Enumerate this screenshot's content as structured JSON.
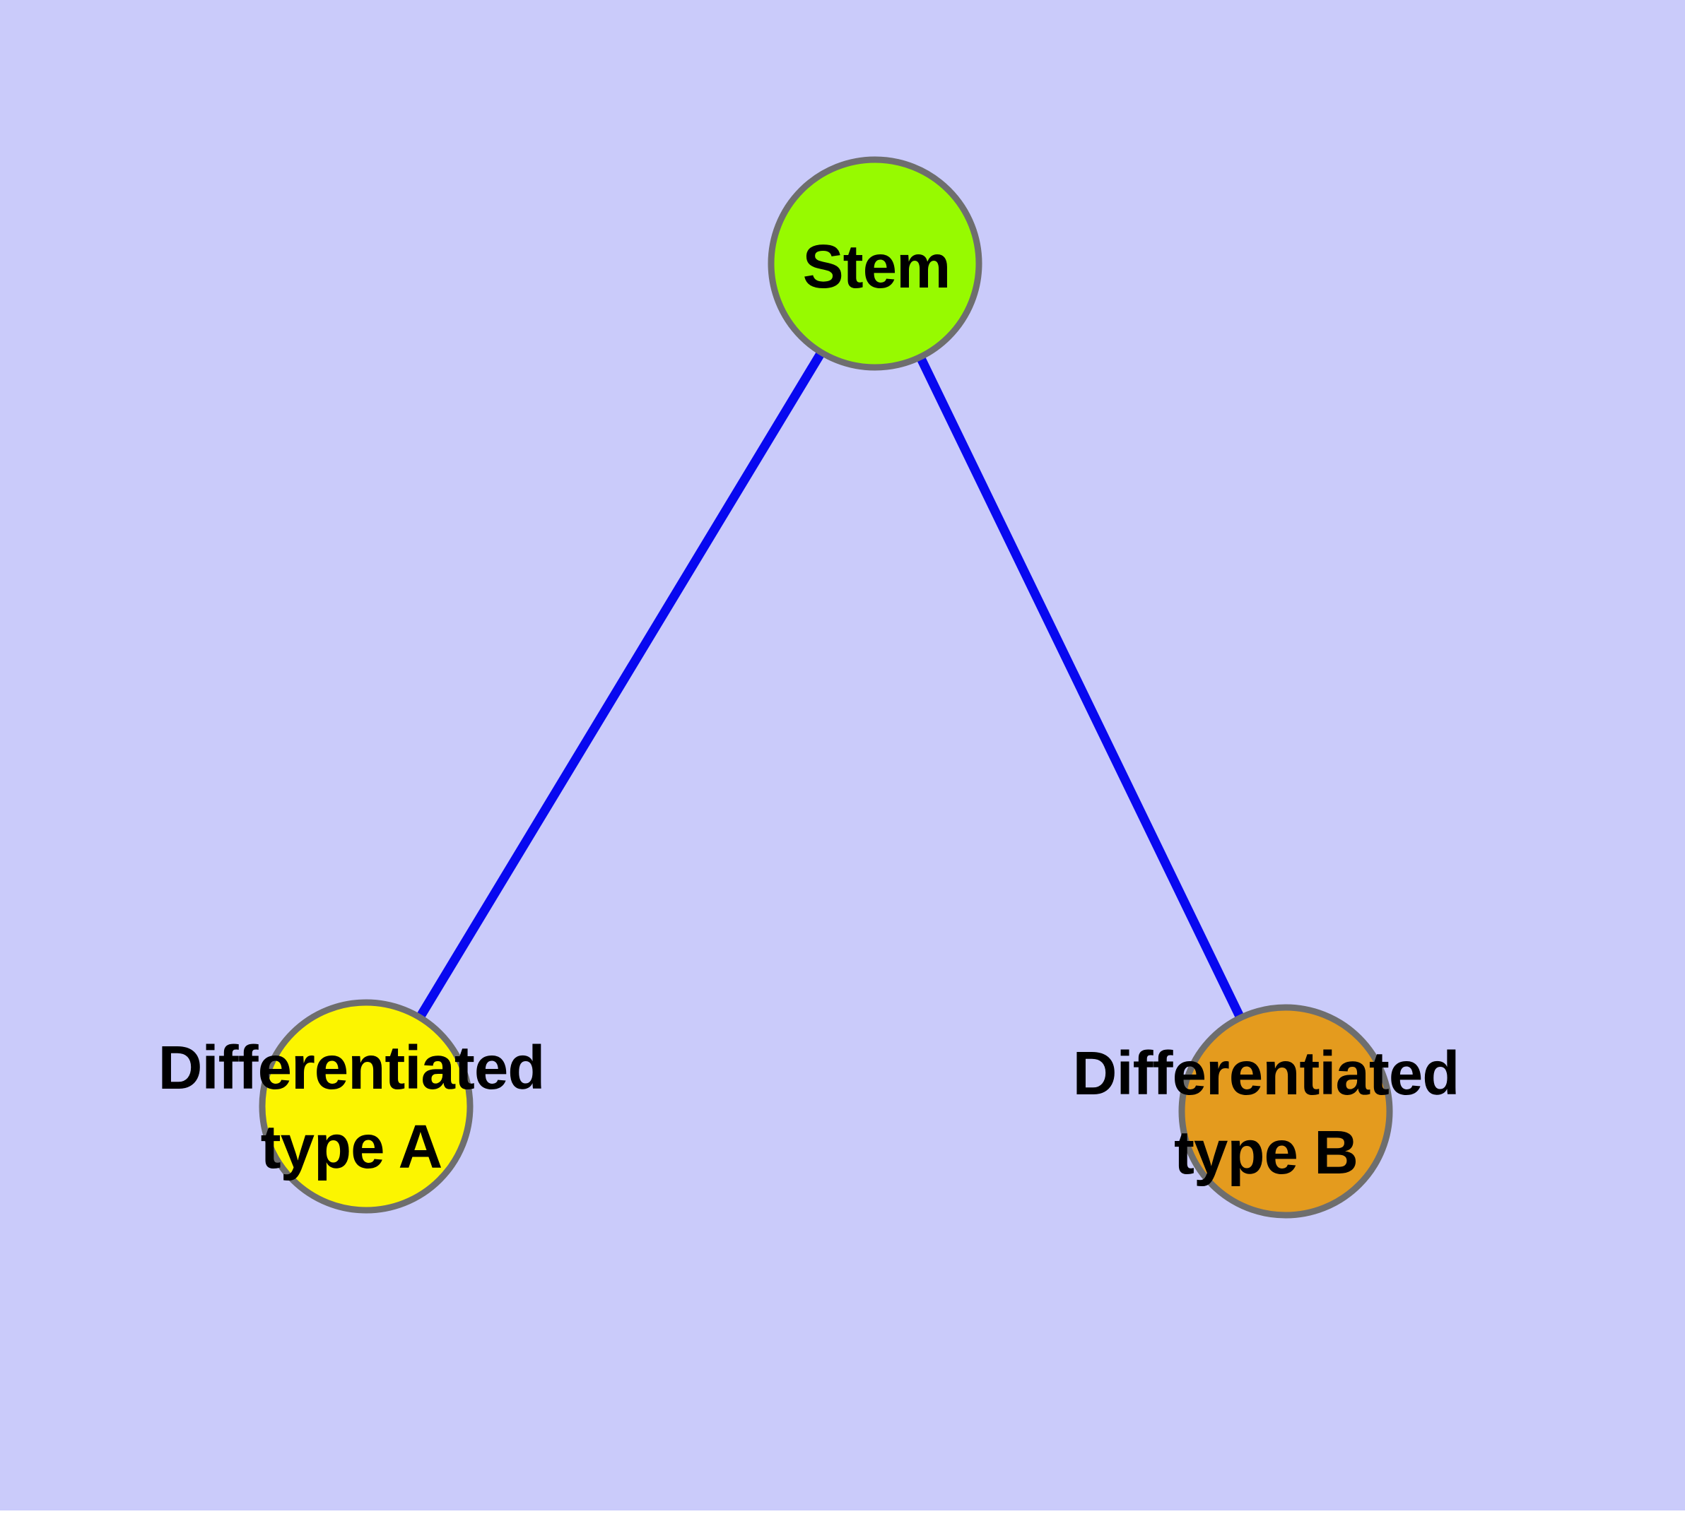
{
  "diagram": {
    "type": "node-link-graph",
    "background_color": "#CACBFA",
    "edge_color": "#0808F0",
    "node_border_color": "#6E6E6E",
    "label_color": "#000000",
    "nodes": {
      "stem": {
        "label": "Stem",
        "color": "#97FA00"
      },
      "type_a": {
        "label": "Differentiated\ntype A",
        "color": "#FCF500"
      },
      "type_b": {
        "label": "Differentiated\ntype B",
        "color": "#E49B1E"
      }
    },
    "edges": [
      {
        "from": "Stem",
        "to": "Differentiated type A"
      },
      {
        "from": "Stem",
        "to": "Differentiated type B"
      }
    ]
  }
}
